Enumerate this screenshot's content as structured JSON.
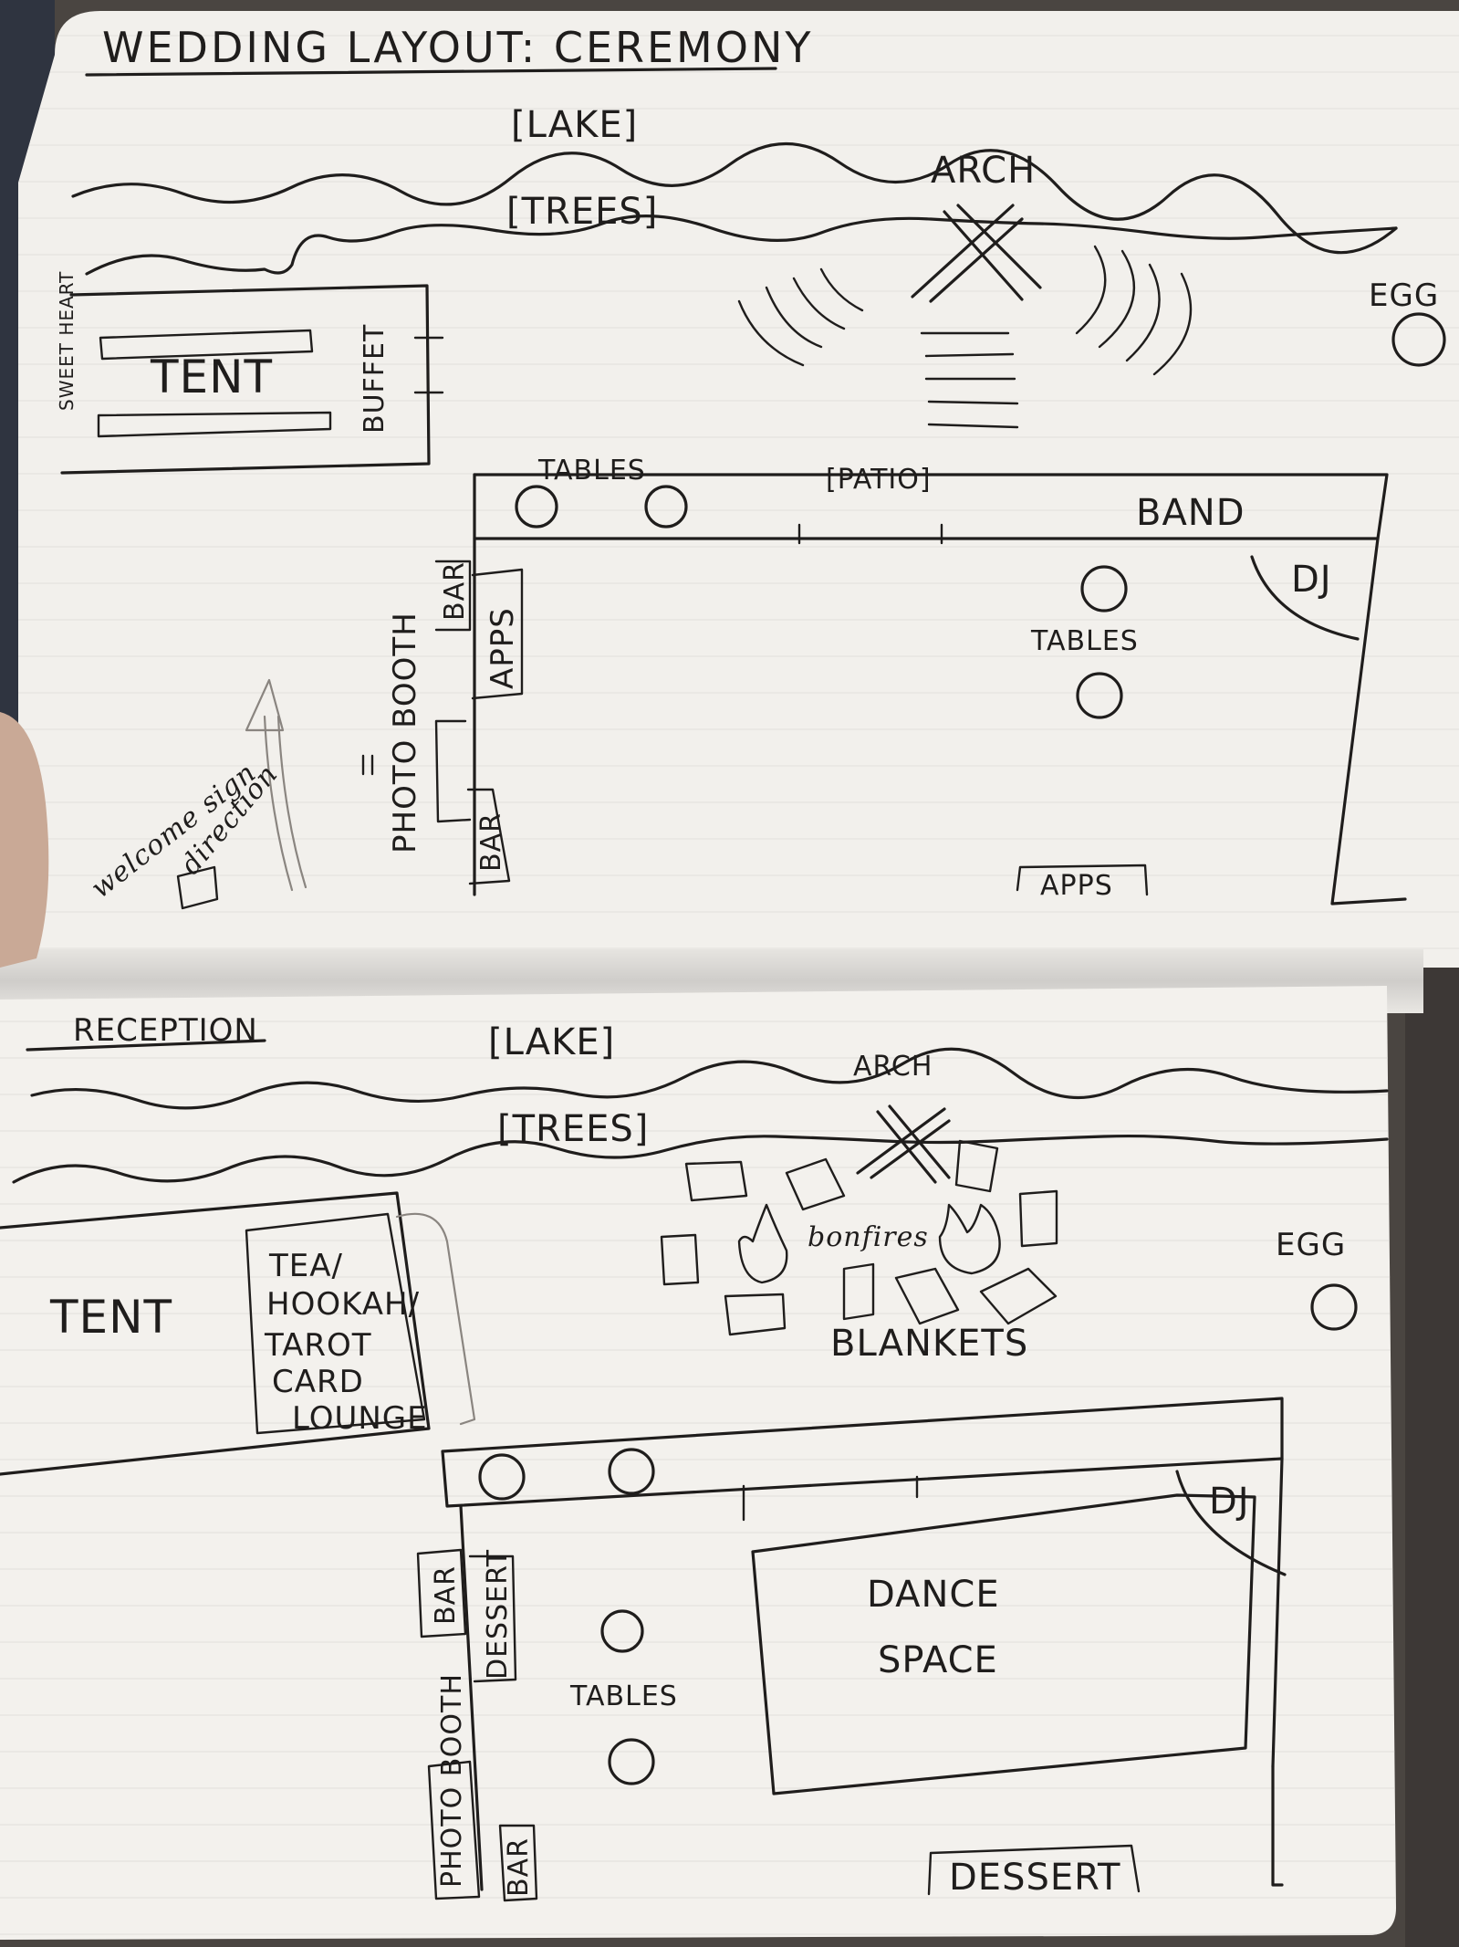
{
  "ceremony": {
    "title": "WEDDING LAYOUT: CEREMONY",
    "lake": "[LAKE]",
    "trees": "[TREES]",
    "arch": "ARCH",
    "egg": "EGG",
    "tent": "TENT",
    "sweetheart": "SWEET HEART",
    "buffet": "BUFFET",
    "tables_top": "TABLES",
    "patio": "[PATIO]",
    "band": "BAND",
    "dj": "DJ",
    "tables_right": "TABLES",
    "bar_upper": "BAR",
    "apps_left": "APPS",
    "photo_booth": "PHOTO BOOTH",
    "bar_lower": "BAR",
    "welcome_sign": "welcome sign",
    "direction": "direction",
    "apps_bottom": "APPS"
  },
  "reception": {
    "title": "RECEPTION",
    "lake": "[LAKE]",
    "trees": "[TREES]",
    "arch": "ARCH",
    "bonfires": "bonfires",
    "blankets": "BLANKETS",
    "egg": "EGG",
    "tent": "TENT",
    "lounge_lines": [
      "TEA/",
      "HOOKAH/",
      "TAROT",
      "CARD",
      "LOUNGE"
    ],
    "dj": "DJ",
    "bar_upper": "BAR",
    "dessert_left": "DESSERT",
    "tables": "TABLES",
    "dance_space_lines": [
      "DANCE",
      "SPACE"
    ],
    "photo_booth": "PHOTO BOOTH",
    "bar_lower": "BAR",
    "dessert_bottom": "DESSERT"
  }
}
